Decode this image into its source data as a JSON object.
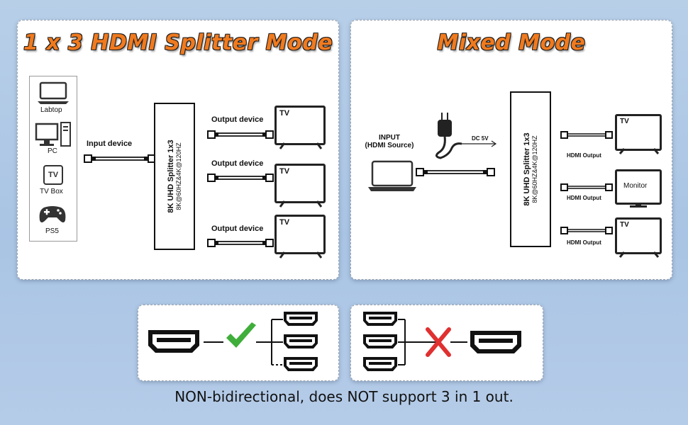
{
  "left_panel": {
    "title": "1 x 3 HDMI Splitter Mode",
    "sources": [
      "Labtop",
      "PC",
      "TV Box",
      "PS5"
    ],
    "tvbox_icon_text": "TV",
    "input_label": "Input device",
    "splitter_line1": "8K UHD Splitter 1x3",
    "splitter_line2": "8K@60HZ&4K@120HZ",
    "output_labels": [
      "Output device",
      "Output device",
      "Output device"
    ],
    "tv_text": "TV"
  },
  "right_panel": {
    "title": "Mixed Mode",
    "input_label_line1": "INPUT",
    "input_label_line2": "(HDMI Source)",
    "power_label": "DC 5V",
    "splitter_line1": "8K UHD Splitter 1x3",
    "splitter_line2": "8K@60HZ&4K@120HZ",
    "output_labels": [
      "HDMI Output",
      "HDMI Output",
      "HDMI Output"
    ],
    "display_texts": [
      "TV",
      "Monitor",
      "TV"
    ]
  },
  "direction_panels": {
    "supported_icon": "check-icon",
    "unsupported_icon": "cross-icon",
    "check_color": "#3fae3a",
    "cross_color": "#e03030"
  },
  "footer": {
    "text": "NON-bidirectional, does NOT support 3 in 1 out."
  },
  "colors": {
    "title": "#f07a1e",
    "background": "#b1c9e6"
  }
}
